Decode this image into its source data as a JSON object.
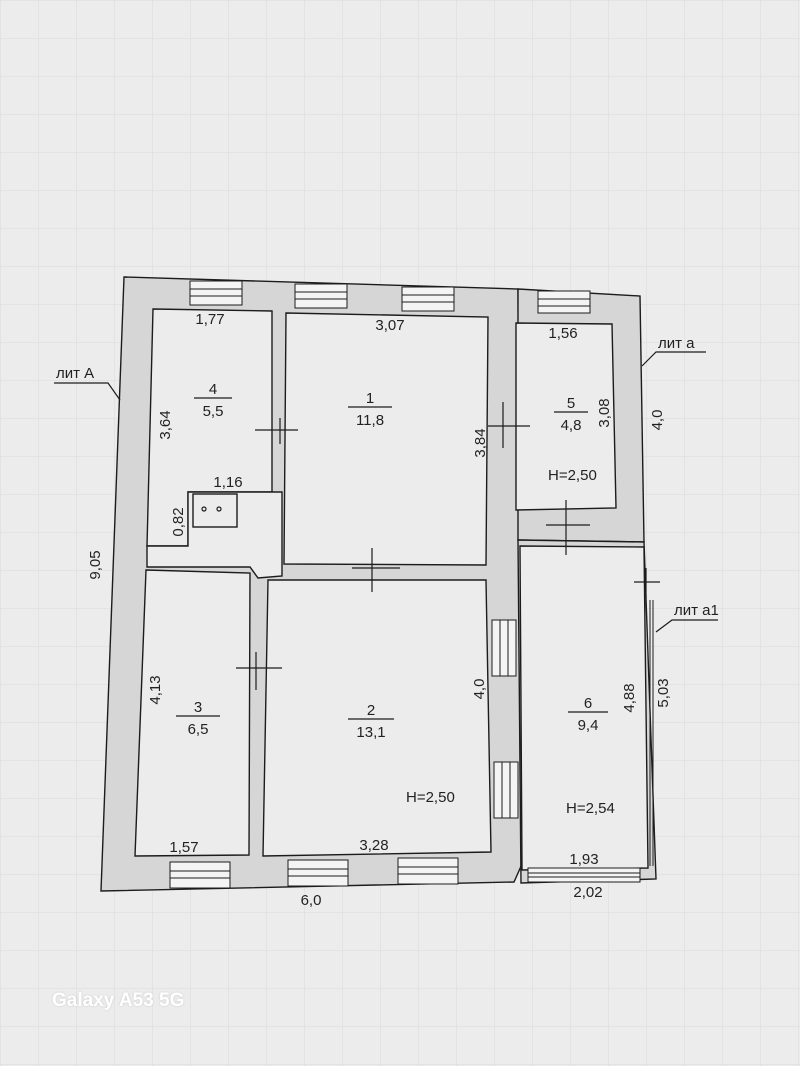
{
  "plan": {
    "lit_labels": {
      "main": "лит А",
      "a": "лит а",
      "a1": "лит а1"
    },
    "rooms": [
      {
        "number": "1",
        "area": "11,8"
      },
      {
        "number": "2",
        "area": "13,1"
      },
      {
        "number": "3",
        "area": "6,5"
      },
      {
        "number": "4",
        "area": "5,5"
      },
      {
        "number": "5",
        "area": "4,8"
      },
      {
        "number": "6",
        "area": "9,4"
      }
    ],
    "heights": {
      "main": "H=2,50",
      "a": "H=2,50",
      "a1": "H=2,54"
    },
    "dimensions": {
      "room4_top": "1,77",
      "room1_top": "3,07",
      "room5_top": "1,56",
      "room4_side": "3,64",
      "room1_side": "3,84",
      "room5_side": "3,08",
      "lit_a_outer": "4,0",
      "main_height": "9,05",
      "bath_width": "1,16",
      "bath_depth": "0,82",
      "room3_side": "4,13",
      "room2_side": "4,0",
      "room6_inner": "4,88",
      "room6_outer": "5,03",
      "room3_bottom": "1,57",
      "room2_bottom": "3,28",
      "room6_bottom": "1,93",
      "main_width": "6,0",
      "a1_width": "2,02"
    }
  },
  "colors": {
    "wall_fill": "#d6d6d6",
    "line": "#1c1c1c",
    "paper": "#ececec",
    "grid": "#d9dbdb"
  },
  "watermark": "Galaxy A53 5G"
}
